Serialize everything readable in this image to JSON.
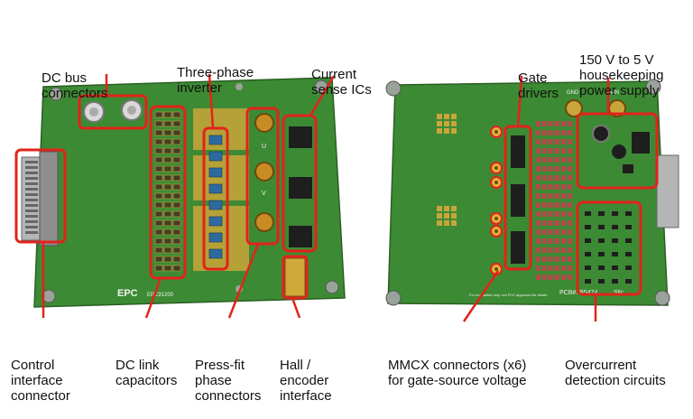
{
  "board_left": {
    "silkscreen": {
      "part_no": "EPC91200",
      "logo": "EPC",
      "phase_u": "U",
      "phase_v": "V"
    }
  },
  "board_right": {
    "silkscreen": {
      "gnd": "GND",
      "vin": "VIN",
      "pcb": "PCB#: B5474",
      "sn": "SN:",
      "note": "For evaluation only; not FCC approved for resale"
    }
  },
  "labels": {
    "dc_bus": [
      "DC bus",
      "connectors"
    ],
    "three_phase": [
      "Three-phase",
      "inverter"
    ],
    "current_sense": [
      "Current",
      "sense ICs"
    ],
    "gate_drivers": [
      "Gate",
      "drivers"
    ],
    "housekeeping": [
      "150 V to 5 V",
      "housekeeping",
      "power supply"
    ],
    "control_interface": [
      "Control",
      "interface",
      "connector"
    ],
    "dc_link": [
      "DC link",
      "capacitors"
    ],
    "press_fit": [
      "Press-fit",
      "phase",
      "connectors"
    ],
    "hall_encoder": [
      "Hall /",
      "encoder",
      "interface"
    ],
    "mmcx": [
      "MMCX connectors (x6)",
      "for gate-source voltage"
    ],
    "overcurrent": [
      "Overcurrent",
      "detection circuits"
    ]
  },
  "colors": {
    "pcb_green": "#3d8a34",
    "pcb_dark": "#2f6f28",
    "highlight_red": "#e2231a",
    "copper_gold": "#c9a53a",
    "component_black": "#1e1e1e"
  }
}
